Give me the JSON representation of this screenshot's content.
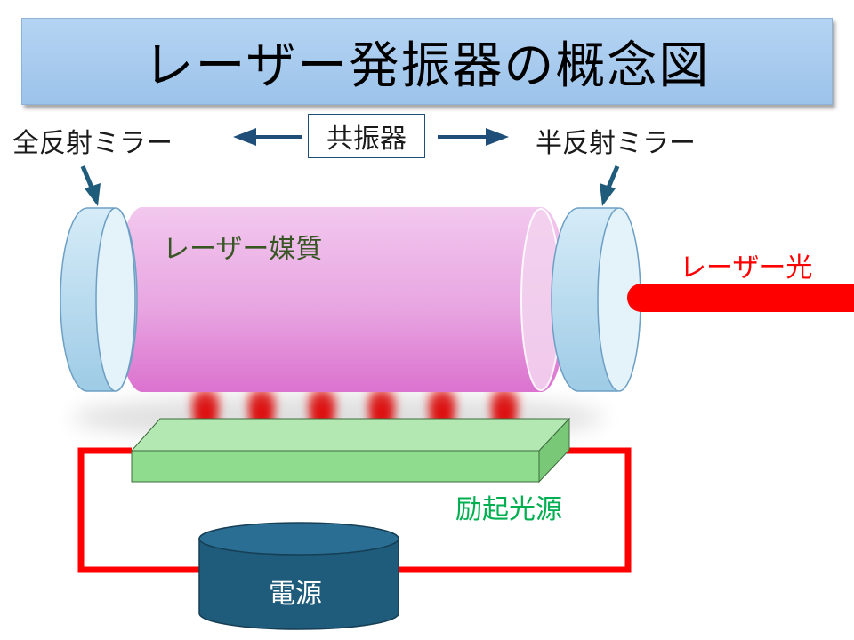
{
  "title": "レーザー発振器の概念図",
  "labels": {
    "full_mirror": "全反射ミラー",
    "resonator": "共振器",
    "half_mirror": "半反射ミラー",
    "medium": "レーザー媒質",
    "laser_light": "レーザー光",
    "pump_source": "励起光源",
    "power_supply": "電源"
  },
  "colors": {
    "banner": "#a9cdf1",
    "medium": "#e6a6df",
    "mirror": "#b9dcef",
    "laser": "#ff0000",
    "pump_source": "#8fdc8f",
    "power_supply": "#1f5b7a",
    "medium_text": "#375623",
    "pump_text": "#00b050",
    "laser_text": "#ff0000"
  }
}
